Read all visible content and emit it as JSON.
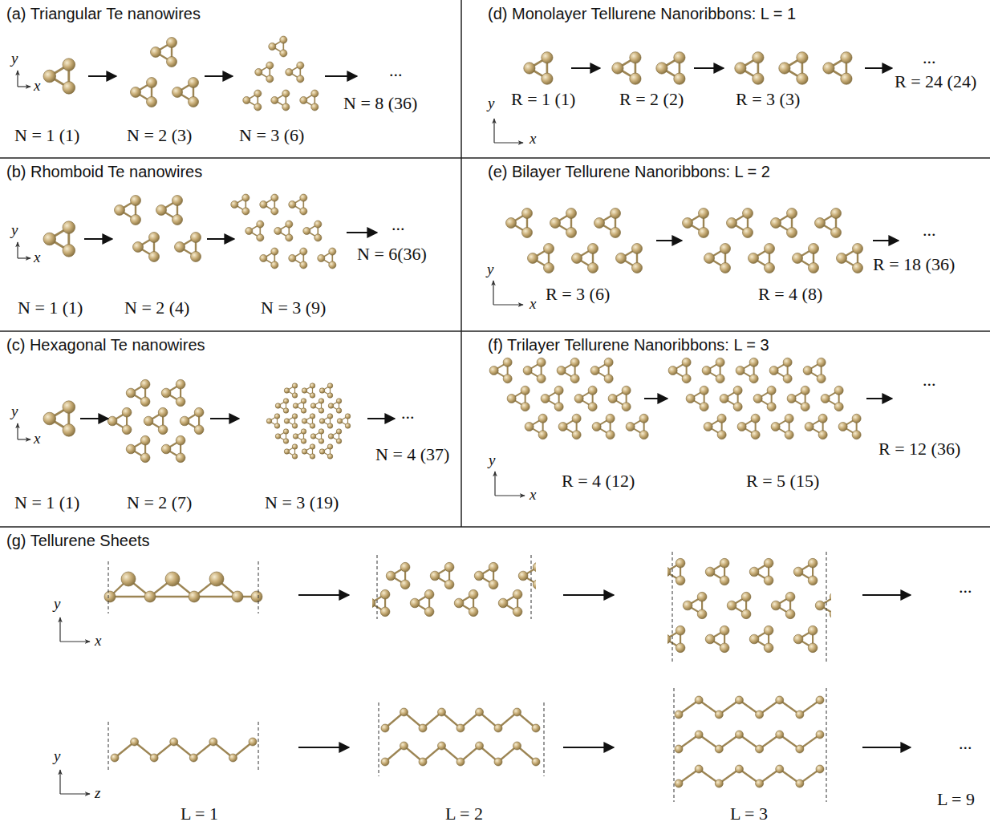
{
  "diagram": {
    "nodes": [
      {
        "text": [
          "(a) Triangular Te nanowires",
          "y",
          "x",
          "N = 1 (1)",
          "N = 2 (3)",
          "N = 3 (6)",
          "...",
          "N = 8 (36)"
        ]
      },
      {
        "text": [
          "(d) Monolayer Tellurene Nanoribbons: L = 1",
          "y",
          "x",
          "R = 1 (1)",
          "R = 2 (2)",
          "R = 3 (3)",
          "...",
          "R = 24 (24)"
        ]
      },
      {
        "text": [
          "(b) Rhomboid Te nanowires",
          "y",
          "x",
          "N = 1 (1)",
          "N = 2 (4)",
          "N = 3 (9)",
          "...",
          "N = 6(36)"
        ]
      },
      {
        "text": [
          "(e) Bilayer Tellurene Nanoribbons: L = 2",
          "y",
          "x",
          "R = 3 (6)",
          "R = 4 (8)",
          "...",
          "R = 18 (36)"
        ]
      },
      {
        "text": [
          "(c) Hexagonal Te nanowires",
          "y",
          "x",
          "N = 1 (1)",
          "N = 2 (7)",
          "N = 3 (19)",
          "...",
          "N = 4 (37)"
        ]
      },
      {
        "text": [
          "(f) Trilayer Tellurene Nanoribbons: L = 3",
          "y",
          "x",
          "R = 4 (12)",
          "R = 5 (15)",
          "...",
          "R = 12 (36)"
        ]
      },
      {
        "text": [
          "(g) Tellurene Sheets",
          "y",
          "x",
          "...",
          "y",
          "z",
          "...",
          "L = 1",
          "L = 2",
          "L = 3",
          "L = 9"
        ]
      }
    ]
  }
}
